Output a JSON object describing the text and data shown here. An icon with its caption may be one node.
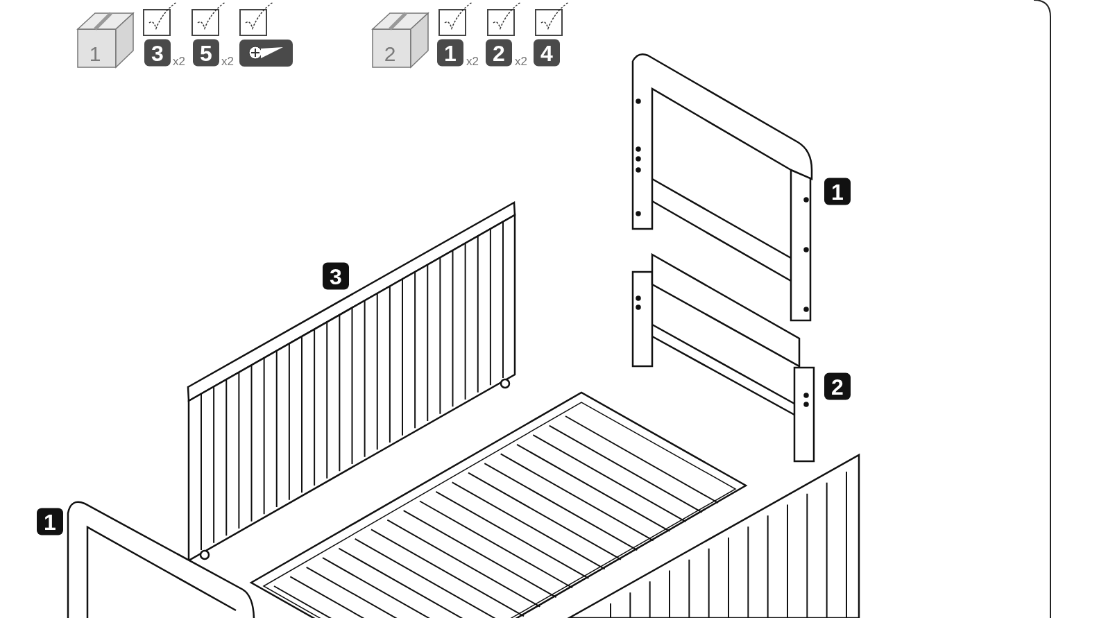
{
  "diagram": {
    "labels": [
      "1",
      "3",
      "x2",
      "5",
      "x2",
      "2",
      "1",
      "x2",
      "2",
      "x2",
      "4",
      "1",
      "3",
      "2",
      "1"
    ]
  }
}
